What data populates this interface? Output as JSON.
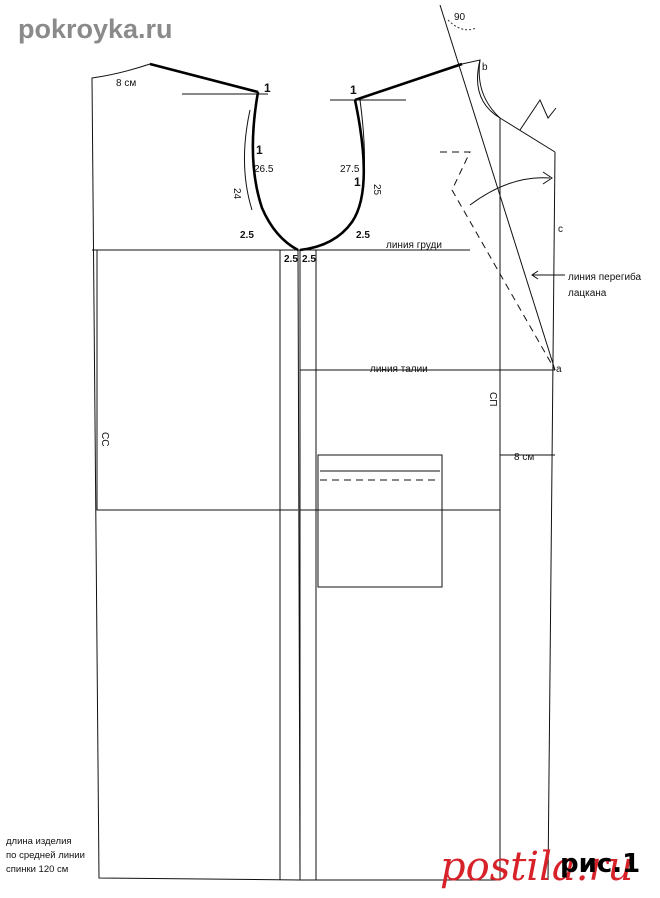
{
  "site_title": "pokroyka.ru",
  "figure_label": "рис.1",
  "watermark": "postila.ru",
  "labels": {
    "shoulder_back": "8 см",
    "angle": "90",
    "point_b": "b",
    "point_c": "c",
    "point_a": "a",
    "chest_line": "линия груди",
    "waist_line": "линия талии",
    "fold_line_1": "линия перегиба",
    "fold_line_2": "лацкана",
    "offset_8cm": "8 см",
    "ss_left": "СС",
    "sp_right": "СП"
  },
  "measurements": {
    "mark_1_back_top": "1",
    "mark_1_back_mid": "1",
    "mark_1_front_top": "1",
    "mark_1_front_mid": "1",
    "back_armhole": "26.5",
    "back_armhole_outer": "24",
    "front_armhole": "27.5",
    "front_armhole_outer": "25",
    "left_2_5": "2.5",
    "right_2_5": "2.5",
    "center_left_2_5": "2.5",
    "center_right_2_5": "2.5"
  },
  "notes": {
    "line1": "длина изделия",
    "line2": "по средней линии",
    "line3": "спинки 120 см"
  }
}
